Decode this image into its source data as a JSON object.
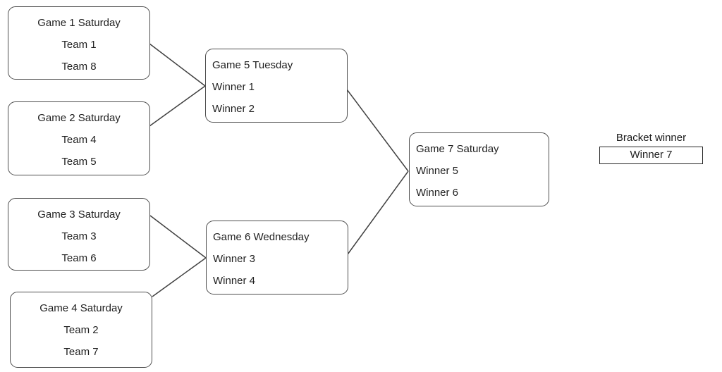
{
  "bracket": {
    "round1": [
      {
        "title": "Game 1 Saturday",
        "slot1": "Team 1",
        "slot2": "Team 8"
      },
      {
        "title": "Game 2 Saturday",
        "slot1": "Team 4",
        "slot2": "Team 5"
      },
      {
        "title": "Game 3 Saturday",
        "slot1": "Team 3",
        "slot2": "Team 6"
      },
      {
        "title": "Game 4 Saturday",
        "slot1": "Team 2",
        "slot2": "Team 7"
      }
    ],
    "round2": [
      {
        "title": "Game 5 Tuesday",
        "slot1": "Winner 1",
        "slot2": "Winner 2"
      },
      {
        "title": "Game 6 Wednesday",
        "slot1": "Winner 3",
        "slot2": "Winner 4"
      }
    ],
    "final": {
      "title": "Game 7 Saturday",
      "slot1": "Winner 5",
      "slot2": "Winner 6"
    },
    "champion": {
      "label": "Bracket winner",
      "value": "Winner 7"
    },
    "connections": [
      {
        "from": "Game 1",
        "to": "Game 5"
      },
      {
        "from": "Game 2",
        "to": "Game 5"
      },
      {
        "from": "Game 3",
        "to": "Game 6"
      },
      {
        "from": "Game 4",
        "to": "Game 6"
      },
      {
        "from": "Game 5",
        "to": "Game 7"
      },
      {
        "from": "Game 6",
        "to": "Game 7"
      }
    ],
    "colors": {
      "box_border": "#4d4d4d",
      "connector_line": "#404040",
      "text": "#1f1f1f",
      "winner_box_border": "#262626",
      "background": "#ffffff"
    }
  }
}
